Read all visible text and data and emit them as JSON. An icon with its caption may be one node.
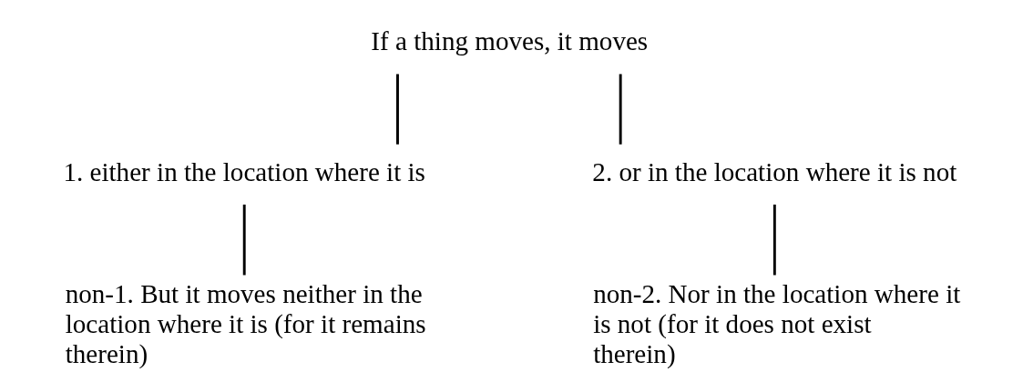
{
  "diagram": {
    "nodes": [
      {
        "text": [
          "If a thing moves, it moves"
        ]
      },
      {
        "text": [
          "1. either in the location where it is"
        ]
      },
      {
        "text": [
          "2. or in the location where it is not"
        ]
      },
      {
        "text": [
          "non-1. But it moves neither in the location where it is (for it remains therein)"
        ]
      },
      {
        "text": [
          "non-2. Nor in the location where it is not (for it does not exist therein)"
        ]
      }
    ],
    "edges": [
      {
        "from": 0,
        "to": 1,
        "arrow": "none"
      },
      {
        "from": 0,
        "to": 2,
        "arrow": "none"
      },
      {
        "from": 1,
        "to": 3,
        "arrow": "none"
      },
      {
        "from": 2,
        "to": 4,
        "arrow": "none"
      }
    ]
  }
}
